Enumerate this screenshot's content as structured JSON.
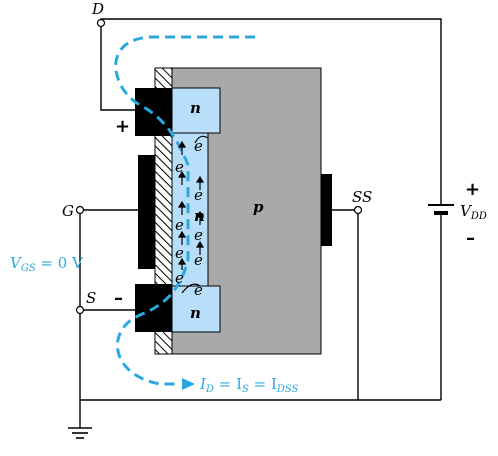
{
  "labels": {
    "drain": "D",
    "gate": "G",
    "source": "S",
    "substrate": "SS",
    "supply": "V",
    "supply_sub": "DD",
    "plus_supply": "+",
    "minus_supply": "–",
    "plus_drain": "+",
    "minus_source": "–",
    "n_top": "n",
    "n_bottom": "n",
    "p_region": "p",
    "vgs_v": "V",
    "vgs_sub": "GS",
    "vgs_value": " = 0 V",
    "id_i1": "I",
    "id_sub1": "D",
    "id_eq1": " = I",
    "id_sub2": "S",
    "id_eq2": " = I",
    "id_sub3": "DSS",
    "electron": "e"
  },
  "colors": {
    "p_region": "#a9a9a9",
    "n_region": "#b9defa",
    "current": "#29a9df",
    "metal": "#000000"
  }
}
